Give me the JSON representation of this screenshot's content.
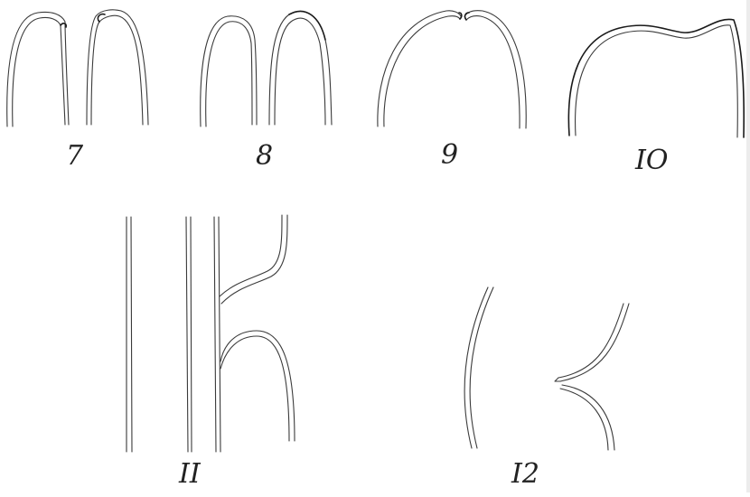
{
  "figures": [
    {
      "id": "fig-7",
      "label": "7"
    },
    {
      "id": "fig-8",
      "label": "8"
    },
    {
      "id": "fig-9",
      "label": "9"
    },
    {
      "id": "fig-10",
      "label": "IO"
    },
    {
      "id": "fig-11",
      "label": "II"
    },
    {
      "id": "fig-12",
      "label": "I2"
    }
  ],
  "colors": {
    "ink": "#3a3a3a",
    "paper": "#ffffff"
  }
}
